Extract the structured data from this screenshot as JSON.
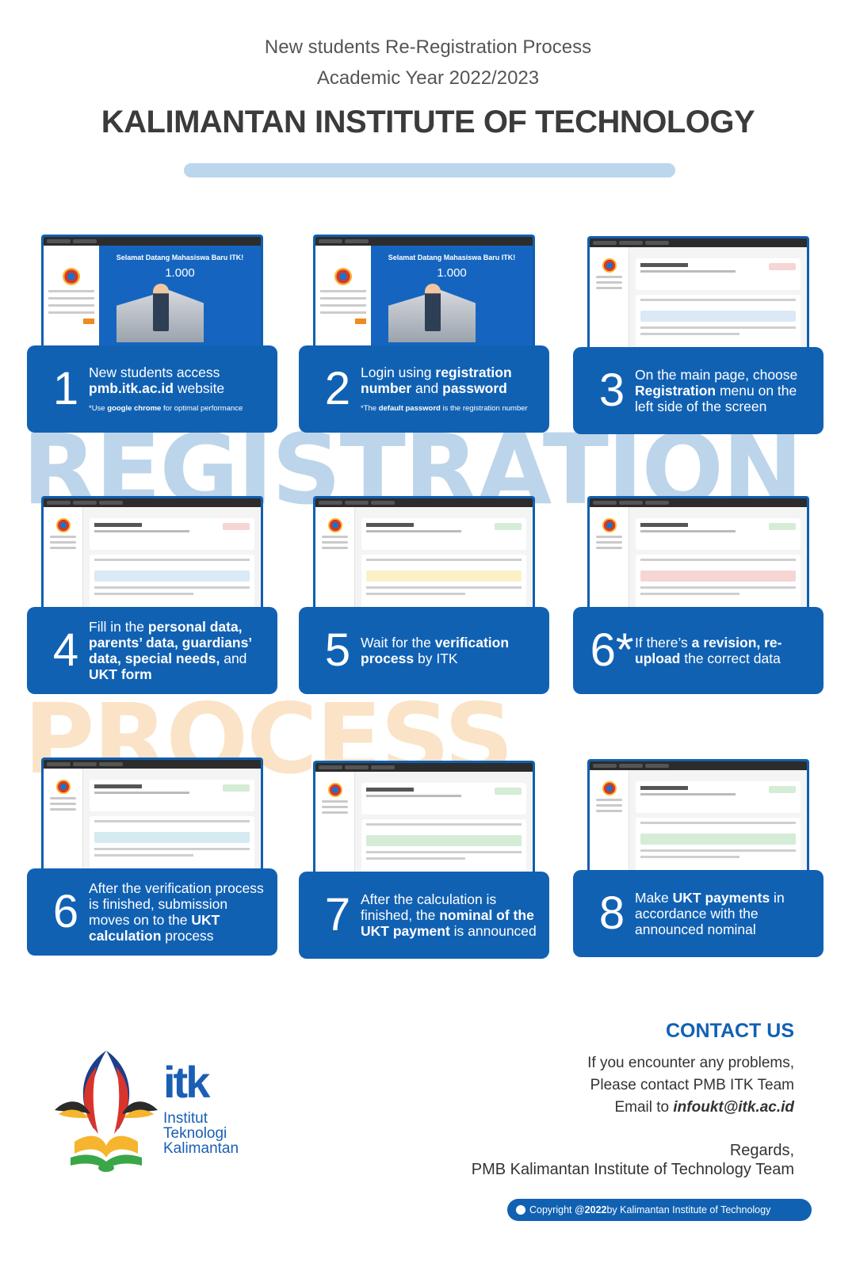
{
  "header": {
    "subtitle_line1": "New students Re-Registration Process",
    "subtitle_line2": "Academic Year 2022/2023",
    "title": "KALIMANTAN INSTITUTE OF TECHNOLOGY"
  },
  "watermarks": {
    "word1": "REGISTRATION",
    "word2": "PROCESS"
  },
  "screens": {
    "welcome": "Selamat Datang Mahasiswa Baru ITK!",
    "count": "1.000"
  },
  "steps": [
    {
      "number": "1",
      "parts": [
        [
          "New students access ",
          false
        ],
        [
          "pmb.itk.ac.id",
          true
        ],
        [
          " website",
          false
        ]
      ],
      "note": [
        [
          "*Use ",
          false
        ],
        [
          "google chrome",
          true
        ],
        [
          " for optimal performance",
          false
        ]
      ]
    },
    {
      "number": "2",
      "parts": [
        [
          "Login using ",
          false
        ],
        [
          "registration number",
          true
        ],
        [
          " and ",
          false
        ],
        [
          "password",
          true
        ]
      ],
      "note": [
        [
          "*The ",
          false
        ],
        [
          "default password",
          true
        ],
        [
          " is the registration number",
          false
        ]
      ]
    },
    {
      "number": "3",
      "parts": [
        [
          "On the main page, choose ",
          false
        ],
        [
          "Registration",
          true
        ],
        [
          " menu on the left side of the screen",
          false
        ]
      ]
    },
    {
      "number": "4",
      "parts": [
        [
          "Fill in the ",
          false
        ],
        [
          "personal data, parents’ data, guardians’ data, special needs,",
          true
        ],
        [
          " and ",
          false
        ],
        [
          "UKT form",
          true
        ]
      ]
    },
    {
      "number": "5",
      "parts": [
        [
          "Wait for the ",
          false
        ],
        [
          "verification process",
          true
        ],
        [
          " by ITK",
          false
        ]
      ]
    },
    {
      "number": "6*",
      "parts": [
        [
          "If there’s ",
          false
        ],
        [
          "a revision, re-upload",
          true
        ],
        [
          " the correct data",
          false
        ]
      ]
    },
    {
      "number": "6",
      "parts": [
        [
          "After the verification process is finished, submission moves on to the ",
          false
        ],
        [
          "UKT calculation",
          true
        ],
        [
          " process",
          false
        ]
      ]
    },
    {
      "number": "7",
      "parts": [
        [
          "After the calculation is finished, the ",
          false
        ],
        [
          "nominal of the UKT payment",
          true
        ],
        [
          " is announced",
          false
        ]
      ]
    },
    {
      "number": "8",
      "parts": [
        [
          "Make ",
          false
        ],
        [
          "UKT payments",
          true
        ],
        [
          " in accordance with the announced nominal",
          false
        ]
      ]
    }
  ],
  "contact": {
    "heading": "CONTACT US",
    "line1": "If you encounter any problems,",
    "line2": "Please contact PMB ITK Team",
    "email_prefix": "Email to ",
    "email": "infoukt@itk.ac.id",
    "regards": "Regards,",
    "team": "PMB Kalimantan Institute of Technology Team"
  },
  "logo": {
    "wordmark": "itk",
    "line1": "Institut",
    "line2": "Teknologi",
    "line3": "Kalimantan"
  },
  "footer": {
    "prefix": "Copyright @ ",
    "year": "2022",
    "suffix": " by Kalimantan Institute of Technology"
  },
  "colors": {
    "primary_blue": "#1161b3",
    "light_blue": "#bcd6ec",
    "watermark_orange": "#fbe3c8"
  }
}
